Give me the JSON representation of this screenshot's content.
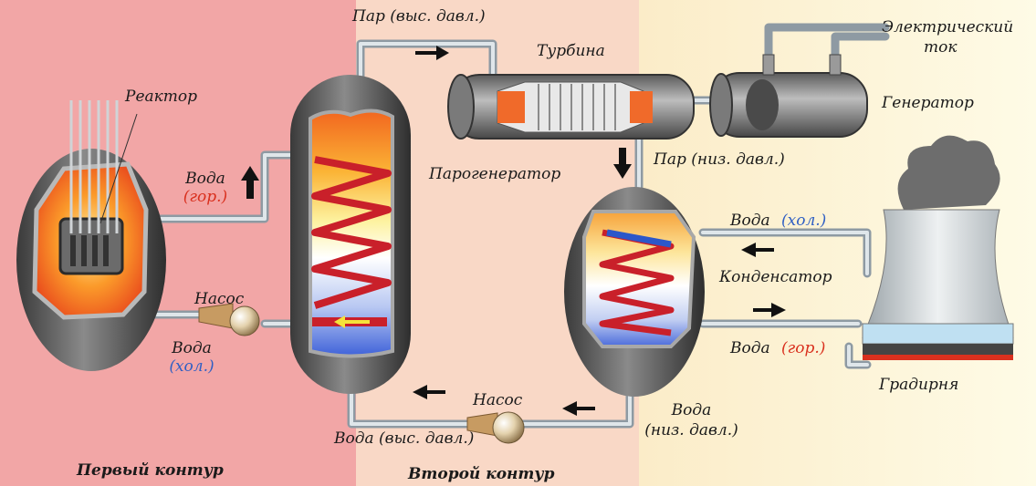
{
  "labels": {
    "reactor": "Реактор",
    "water_hot_1": "Вода",
    "water_hot_1_qual": "(гор.)",
    "pump_1": "Насос",
    "water_cold_1": "Вода",
    "water_cold_1_qual": "(хол.)",
    "steam_high": "Пар (выс. давл.)",
    "turbine": "Турбина",
    "steam_generator": "Парогенератор",
    "electric_current_line1": "Электрический",
    "electric_current_line2": "ток",
    "generator": "Генератор",
    "steam_low": "Пар (низ. давл.)",
    "water_cold_2": "Вода",
    "water_cold_2_qual": "(хол.)",
    "condenser": "Конденсатор",
    "water_hot_2": "Вода",
    "water_hot_2_qual": "(гор.)",
    "cooling_tower": "Градирня",
    "pump_2": "Насос",
    "water_high": "Вода (выс. давл.)",
    "water_low_line1": "Вода",
    "water_low_line2": "(низ. давл.)",
    "first_circuit": "Первый контур",
    "second_circuit": "Второй контур"
  },
  "colors": {
    "primary_zone": "#f2a6a6",
    "secondary_zone": "#f9d8c6",
    "tertiary_zone": "#fdf3cf",
    "hot_water": "#d9301e",
    "cold_water": "#2f5fc4",
    "pipe": "#b9c4cc"
  }
}
